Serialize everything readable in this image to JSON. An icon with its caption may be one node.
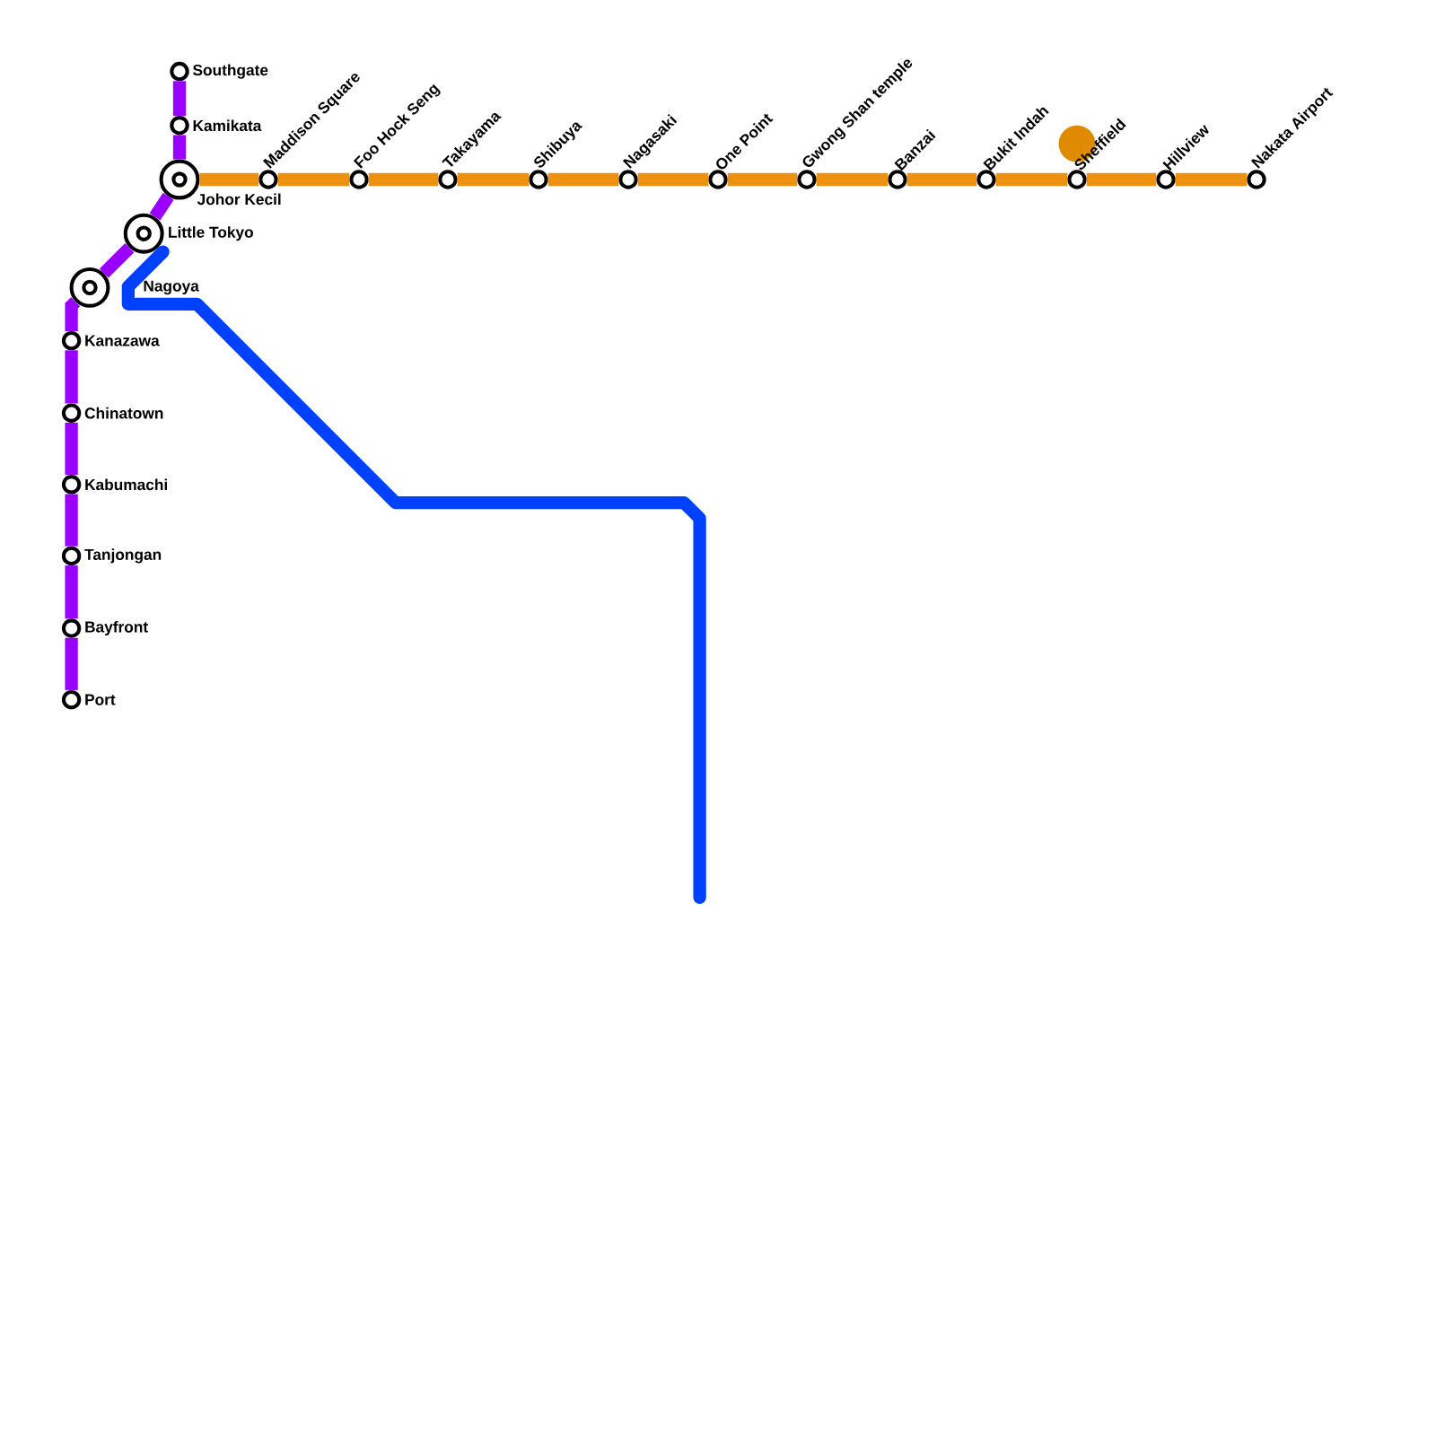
{
  "diagram": {
    "nodes": [
      {
        "text": [
          "Southgate"
        ]
      },
      {
        "text": [
          "Kamikata"
        ]
      },
      {
        "text": [
          "Johor Kecil"
        ]
      },
      {
        "text": [
          "Little Tokyo"
        ]
      },
      {
        "text": [
          "Nagoya"
        ]
      },
      {
        "text": [
          "Kanazawa"
        ]
      },
      {
        "text": [
          "Chinatown"
        ]
      },
      {
        "text": [
          "Kabumachi"
        ]
      },
      {
        "text": [
          "Tanjongan"
        ]
      },
      {
        "text": [
          "Bayfront"
        ]
      },
      {
        "text": [
          "Port"
        ]
      },
      {
        "text": [
          "Maddison Square"
        ]
      },
      {
        "text": [
          "Foo Hock Seng"
        ]
      },
      {
        "text": [
          "Takayama"
        ]
      },
      {
        "text": [
          "Shibuya"
        ]
      },
      {
        "text": [
          "Nagasaki"
        ]
      },
      {
        "text": [
          "One Point"
        ]
      },
      {
        "text": [
          "Gwong Shan temple"
        ]
      },
      {
        "text": [
          "Banzai"
        ]
      },
      {
        "text": [
          "Bukit Indah"
        ]
      },
      {
        "text": [
          "Sheffield"
        ]
      },
      {
        "text": [
          "Hillview"
        ]
      },
      {
        "text": [
          "Nakata Airport"
        ]
      }
    ],
    "edges": [
      {
        "from": 0,
        "to": 1,
        "arrow": "none",
        "color": "#9900ff"
      },
      {
        "from": 1,
        "to": 2,
        "arrow": "none",
        "color": "#9900ff"
      },
      {
        "from": 2,
        "to": 3,
        "arrow": "none",
        "color": "#9900ff"
      },
      {
        "from": 3,
        "to": 4,
        "arrow": "none",
        "color": "#9900ff"
      },
      {
        "from": 4,
        "to": 5,
        "arrow": "none",
        "color": "#9900ff"
      },
      {
        "from": 5,
        "to": 6,
        "arrow": "none",
        "color": "#9900ff"
      },
      {
        "from": 6,
        "to": 7,
        "arrow": "none",
        "color": "#9900ff"
      },
      {
        "from": 7,
        "to": 8,
        "arrow": "none",
        "color": "#9900ff"
      },
      {
        "from": 8,
        "to": 9,
        "arrow": "none",
        "color": "#9900ff"
      },
      {
        "from": 9,
        "to": 10,
        "arrow": "none",
        "color": "#9900ff"
      },
      {
        "from": 2,
        "to": 11,
        "arrow": "none"
      },
      {
        "from": 11,
        "to": 12,
        "arrow": "none"
      },
      {
        "from": 12,
        "to": 13,
        "arrow": "none"
      },
      {
        "from": 13,
        "to": 14,
        "arrow": "none"
      },
      {
        "from": 14,
        "to": 15,
        "arrow": "none"
      },
      {
        "from": 15,
        "to": 16,
        "arrow": "none"
      },
      {
        "from": 16,
        "to": 17,
        "arrow": "none"
      },
      {
        "from": 17,
        "to": 18,
        "arrow": "none"
      },
      {
        "from": 18,
        "to": 19,
        "arrow": "none"
      },
      {
        "from": 19,
        "to": 20,
        "arrow": "none"
      },
      {
        "from": 20,
        "to": 21,
        "arrow": "none"
      },
      {
        "from": 21,
        "to": 22,
        "arrow": "none"
      }
    ]
  }
}
